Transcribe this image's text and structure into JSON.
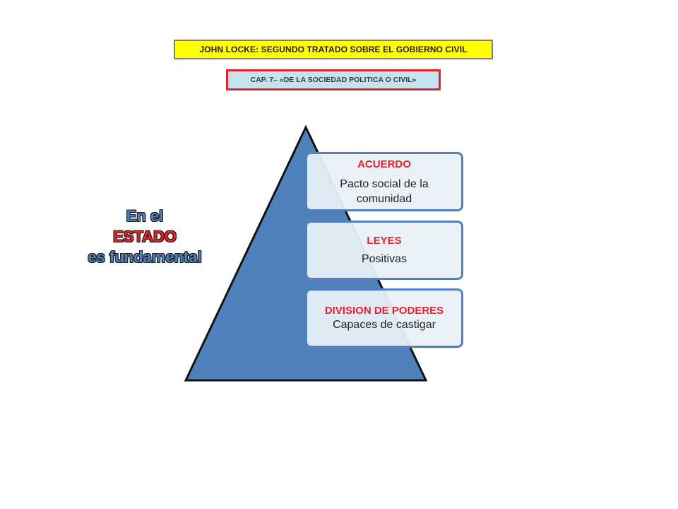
{
  "header": {
    "title": "JOHN LOCKE: SEGUNDO TRATADO SOBRE EL GOBIERNO CIVIL",
    "subtitle": "CAP. 7– «DE LA SOCIEDAD POLITICA O CIVIL»"
  },
  "side_label": {
    "line1": "En el",
    "line2": "ESTADO",
    "line3": "es fundamental"
  },
  "levels": [
    {
      "heading": "ACUERDO",
      "body": "Pacto social  de la comunidad"
    },
    {
      "heading": "LEYES",
      "body": "Positivas"
    },
    {
      "heading": "DIVISION DE PODERES",
      "body": "Capaces de castigar"
    }
  ],
  "colors": {
    "pyramid_fill": "#4f81bd",
    "heading_red": "#e8202a",
    "title_bg": "#ffff00",
    "subtitle_bg": "#c5e3ef",
    "subtitle_border": "#e8202a"
  }
}
